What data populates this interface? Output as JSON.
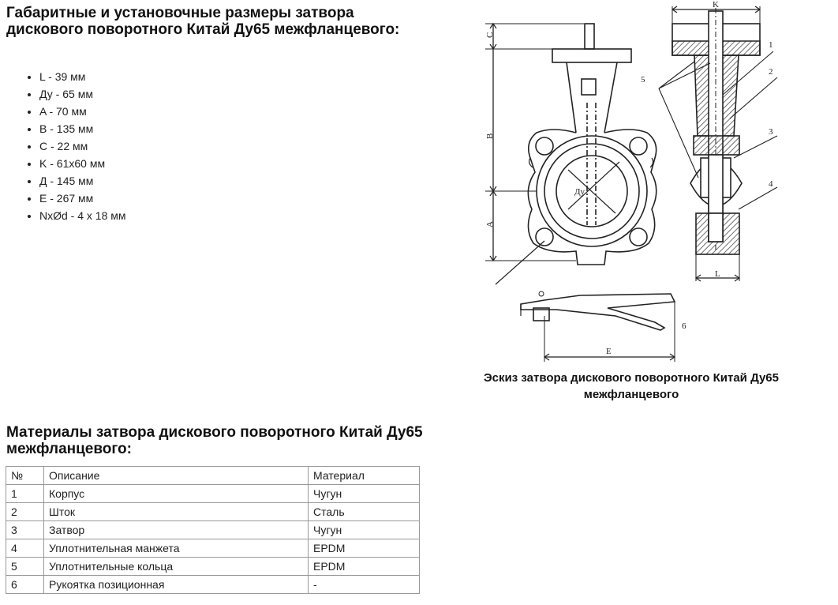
{
  "dimensions": {
    "title": "Габаритные и установочные размеры затвора дискового поворотного Китай Ду65 межфланцевого:",
    "items": [
      "L - 39 мм",
      "Ду - 65 мм",
      "A - 70 мм",
      "B - 135 мм",
      "C - 22 мм",
      "K - 61х60 мм",
      "Д - 145 мм",
      "E - 267 мм",
      "NхØd - 4 х 18 мм"
    ]
  },
  "sketch": {
    "caption": "Эскиз затвора дискового поворотного Китай Ду65 межфланцевого",
    "labels": {
      "k": "K",
      "c": "C",
      "b": "B",
      "a": "A",
      "du": "Ду",
      "l": "L",
      "e": "E",
      "p1": "1",
      "p2": "2",
      "p3": "3",
      "p4": "4",
      "p5": "5",
      "p6": "6"
    }
  },
  "materials": {
    "title": "Материалы затвора дискового поворотного Китай Ду65 межфланцевого:",
    "headers": [
      "№",
      "Описание",
      "Материал"
    ],
    "rows": [
      [
        "1",
        "Корпус",
        "Чугун"
      ],
      [
        "2",
        "Шток",
        "Сталь"
      ],
      [
        "3",
        "Затвор",
        "Чугун"
      ],
      [
        "4",
        "Уплотнительная манжета",
        "EPDM"
      ],
      [
        "5",
        "Уплотнительные кольца",
        "EPDM"
      ],
      [
        "6",
        "Рукоятка позиционная",
        "-"
      ]
    ]
  }
}
